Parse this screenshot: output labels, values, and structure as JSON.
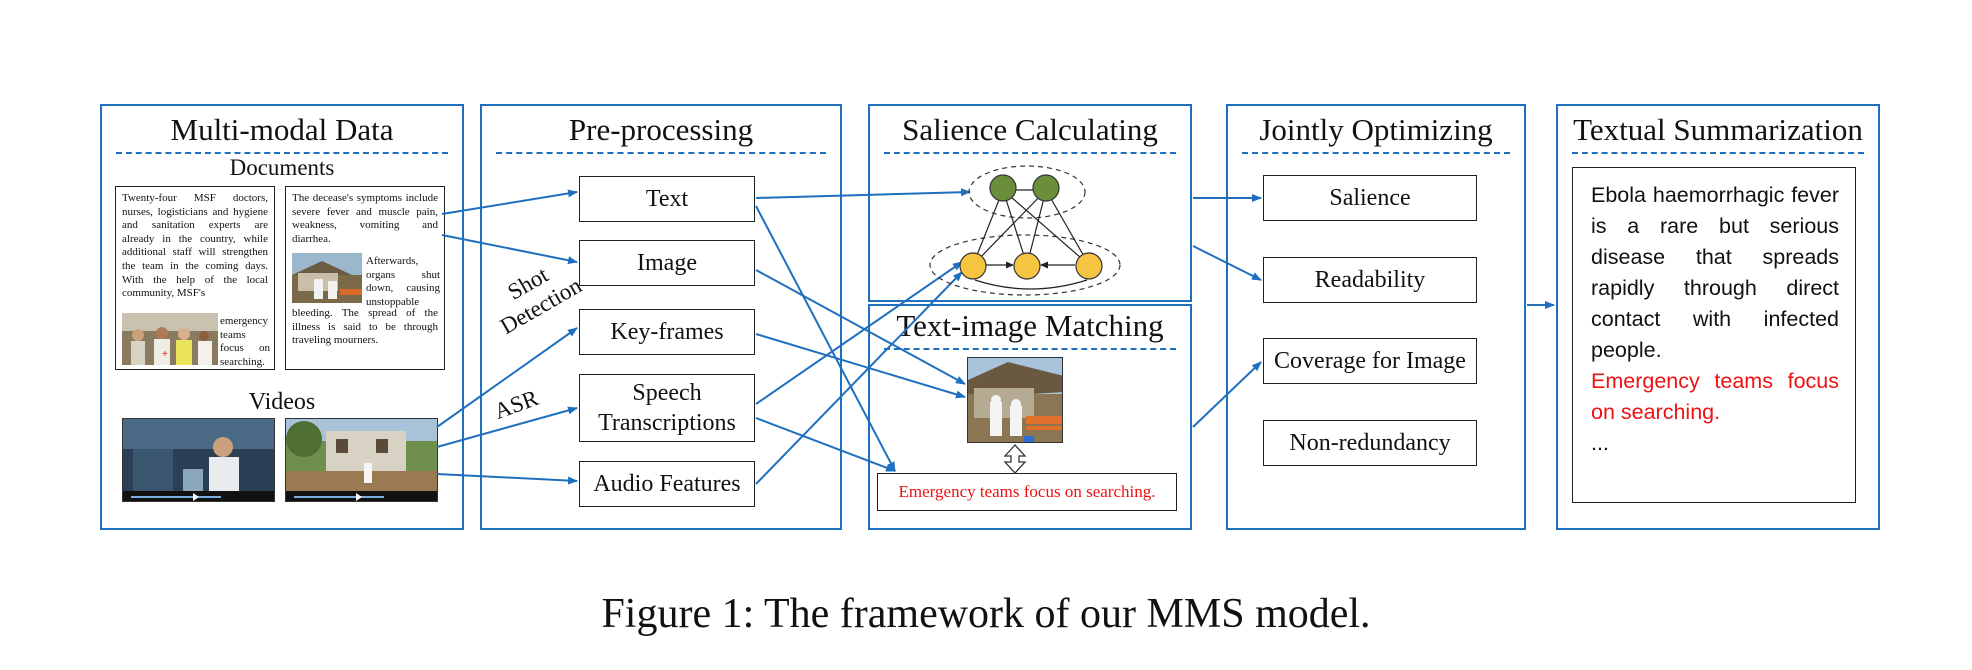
{
  "panels": {
    "multimodal": {
      "title": "Multi-modal Data",
      "documents_label": "Documents",
      "videos_label": "Videos"
    },
    "preprocessing": {
      "title": "Pre-processing"
    },
    "salience": {
      "title": "Salience Calculating"
    },
    "matching": {
      "title": "Text-image Matching"
    },
    "optimizing": {
      "title": "Jointly Optimizing"
    },
    "summarization": {
      "title": "Textual Summarization"
    }
  },
  "documents": {
    "doc1_text": "Twenty-four MSF doctors, nurses, logisticians and hygiene and sanitation experts are already in the country, while additional staff will strengthen the team in the coming days. With the help of the local community, MSF's",
    "doc1_side": "emergency teams focus on searching.",
    "doc2_text": "The decease's symptoms include severe fever and muscle pain, weakness, vomiting and diarrhea.",
    "doc2_side": "Afterwards, organs shut down, causing unstoppable",
    "doc2_bottom": "bleeding. The spread of the illness is said to be through traveling mourners."
  },
  "preprocessing_boxes": {
    "text": "Text",
    "image": "Image",
    "keyframes": "Key-frames",
    "speech": "Speech Transcriptions",
    "audio": "Audio Features"
  },
  "edge_labels": {
    "shot_detection": "Shot Detection",
    "asr": "ASR"
  },
  "matching_sentence": "Emergency teams focus on searching.",
  "optimizing_boxes": {
    "salience": "Salience",
    "readability": "Readability",
    "coverage": "Coverage for Image",
    "nonredundancy": "Non-redundancy"
  },
  "summary": {
    "text": "Ebola haemorrhagic fever is a rare but serious disease that spreads rapidly through direct contact with infected people.",
    "highlight": "Emergency teams focus on searching.",
    "ellipsis": "..."
  },
  "caption": "Figure 1: The framework of our MMS model.",
  "colors": {
    "border": "#1f6fbf",
    "arrow": "#1f6fbf",
    "highlight": "#e11111",
    "green_node": "#6b8e3a",
    "yellow_node": "#f5c542"
  }
}
